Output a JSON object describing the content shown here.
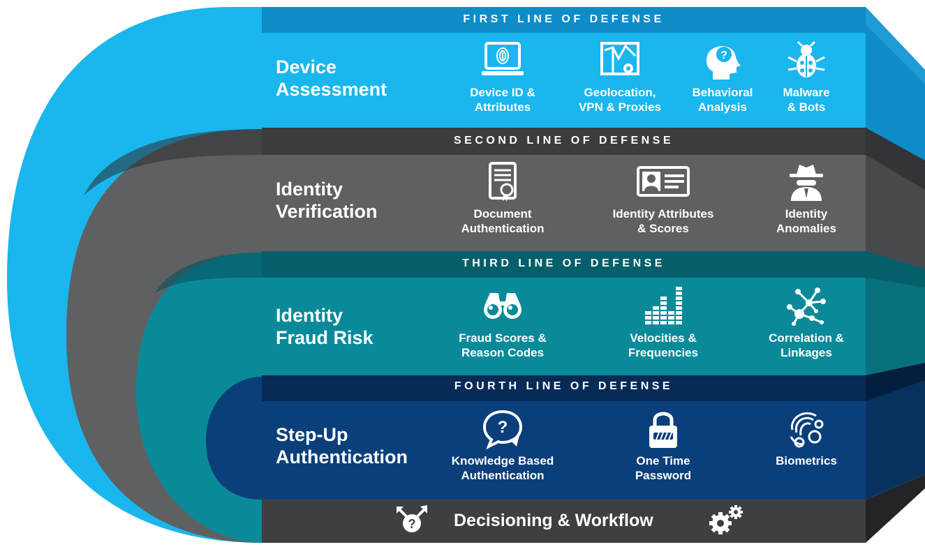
{
  "colors": {
    "first": "#1ab6ee",
    "second": "#5f6062",
    "third": "#0a8a99",
    "fourth": "#0a3f7a",
    "footer": "#3e3f42"
  },
  "layers": [
    {
      "band": "FIRST LINE OF DEFENSE",
      "title": "Device\nAssessment",
      "items": [
        {
          "icon": "laptop-fingerprint-icon",
          "label": "Device ID &\nAttributes"
        },
        {
          "icon": "map-pin-icon",
          "label": "Geolocation,\nVPN & Proxies"
        },
        {
          "icon": "head-question-icon",
          "label": "Behavioral\nAnalysis"
        },
        {
          "icon": "bug-icon",
          "label": "Malware\n& Bots"
        }
      ]
    },
    {
      "band": "SECOND LINE OF DEFENSE",
      "title": "Identity\nVerification",
      "items": [
        {
          "icon": "certificate-document-icon",
          "label": "Document\nAuthentication"
        },
        {
          "icon": "id-card-icon",
          "label": "Identity Attributes\n& Scores"
        },
        {
          "icon": "spy-icon",
          "label": "Identity\nAnomalies"
        }
      ]
    },
    {
      "band": "THIRD LINE OF DEFENSE",
      "title": "Identity\nFraud Risk",
      "items": [
        {
          "icon": "binoculars-icon",
          "label": "Fraud Scores &\nReason Codes"
        },
        {
          "icon": "equalizer-icon",
          "label": "Velocities &\nFrequencies"
        },
        {
          "icon": "network-icon",
          "label": "Correlation &\nLinkages"
        }
      ]
    },
    {
      "band": "FOURTH LINE OF DEFENSE",
      "title": "Step-Up\nAuthentication",
      "items": [
        {
          "icon": "question-bubble-icon",
          "label": "Knowledge Based\nAuthentication"
        },
        {
          "icon": "padlock-icon",
          "label": "One Time\nPassword"
        },
        {
          "icon": "biometrics-icon",
          "label": "Biometrics"
        }
      ]
    }
  ],
  "footer": {
    "title": "Decisioning & Workflow",
    "left_icon": "decision-arrows-icon",
    "right_icon": "gears-icon"
  }
}
